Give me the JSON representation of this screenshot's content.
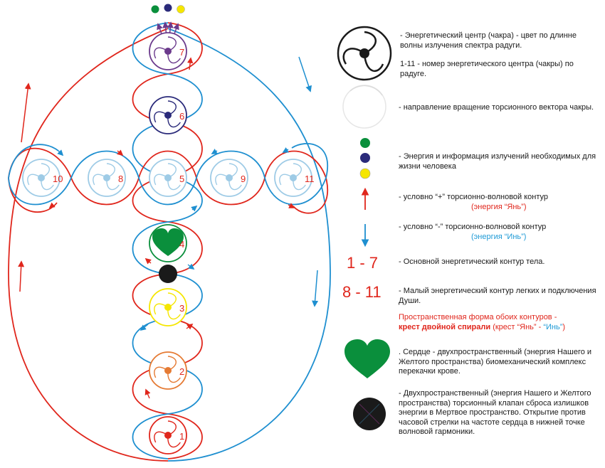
{
  "colors": {
    "red": "#e0261c",
    "blue": "#1e8fd0",
    "light_blue": "#9ecbe6",
    "purple": "#6b3a8c",
    "navy": "#2a2a7a",
    "green": "#0a8f3c",
    "yellow": "#f5e600",
    "orange": "#e57a33",
    "black": "#1a1a1a"
  },
  "chakras": [
    {
      "number": "1",
      "color": "#e0261c",
      "icon": "chakra-vortex-icon"
    },
    {
      "number": "2",
      "color": "#e57a33",
      "icon": "chakra-vortex-icon"
    },
    {
      "number": "3",
      "color": "#f5e600",
      "icon": "chakra-vortex-icon"
    },
    {
      "number": "4",
      "color": "#0a8f3c",
      "icon": "heart-icon"
    },
    {
      "number": "5",
      "color": "#9ecbe6",
      "icon": "chakra-vortex-icon"
    },
    {
      "number": "6",
      "color": "#2a2a7a",
      "icon": "chakra-vortex-icon"
    },
    {
      "number": "7",
      "color": "#6b3a8c",
      "icon": "chakra-vortex-icon"
    },
    {
      "number": "8",
      "color": "#9ecbe6",
      "icon": "chakra-vortex-icon"
    },
    {
      "number": "9",
      "color": "#9ecbe6",
      "icon": "chakra-vortex-icon"
    },
    {
      "number": "10",
      "color": "#9ecbe6",
      "icon": "chakra-vortex-icon"
    },
    {
      "number": "11",
      "color": "#9ecbe6",
      "icon": "chakra-vortex-icon"
    }
  ],
  "legend": {
    "chakra_desc_1": "- Энергетический центр (чакра) - цвет по длинне",
    "chakra_desc_2": "волны излучения спектра радуги.",
    "numbering_1": "1-11 - номер энергетического центра (чакры) по",
    "numbering_2": "радуге.",
    "rotation": "- направление вращение торсионного вектора чакры.",
    "energy_1": "- Энергия и информация излучений необходимых для",
    "energy_2": "жизни человека",
    "plus_1": "- условно “+” торсионно-волновой контур",
    "plus_2": "(энергия “Янь”)",
    "minus_1": "- условно “-” торсионно-волновой контур",
    "minus_2": "(энергия “Инь”)",
    "main_range": "1 - 7",
    "main_desc": "- Основной энергетический контур тела.",
    "small_range": "8 - 11",
    "small_desc_1": "- Малый энергетический контур легких и подключения",
    "small_desc_2": "Души.",
    "spatial_1": "Пространственная форма обоих контуров -",
    "spatial_bold": "крест двойной спирали",
    "spatial_open": " (крест “Янь” - ",
    "spatial_yin": "“Инь”",
    "spatial_close": ")",
    "heart_1": ". Сердце - двухпространственный (энергия Нашего  и",
    "heart_2": "Желтого пространства) биомеханический комплекс",
    "heart_3": "перекачки крове.",
    "valve_1": "- Двухпространственный (энергия Нашего  и Желтого",
    "valve_2": "пространства) торсионный клапан сброса излишков",
    "valve_3": "энергии в Мертвое пространство. Открытие против",
    "valve_4": "часовой стрелки на частоте сердца в нижней точке",
    "valve_5": "волновой гармоники."
  }
}
